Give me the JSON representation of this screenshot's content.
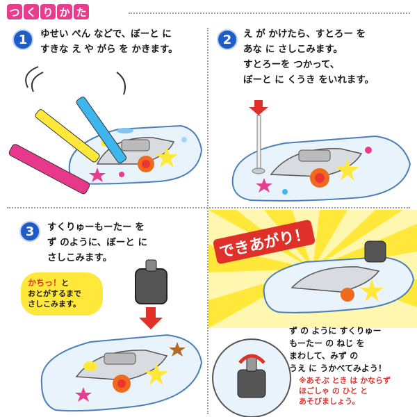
{
  "title": {
    "chars": [
      "つ",
      "く",
      "り",
      "か",
      "た"
    ]
  },
  "colors": {
    "pink": "#e83c8c",
    "blue": "#1e5cc8",
    "yellow": "#ffe83a",
    "red": "#e0302a"
  },
  "steps": [
    {
      "number": "1",
      "text": "ゆせい ぺん などで、ぼーと に\nすきな え や がら を かきます。"
    },
    {
      "number": "2",
      "text": "え が かけたら、すとろー を\nあな に さしこみます。\nすとろーを つかって、\nぼーと に くうき をいれます。"
    },
    {
      "number": "3",
      "text": "すくりゅーもーたー を\nず のように、ぼーと に\nさしこみます。"
    }
  ],
  "bubble": {
    "em": "かちっ！",
    "rest": "と\nおとがするまで\nさしこみます。"
  },
  "finish": {
    "banner": "できあがり！",
    "text": "ず の ように すくりゅー\nもーたー の ねじ を\nまわして、みず の\nうえ に うかべてみよう！",
    "note": "※あそぶ とき は かならず\nほごしゃ の ひと と\nあそびましょう。"
  }
}
